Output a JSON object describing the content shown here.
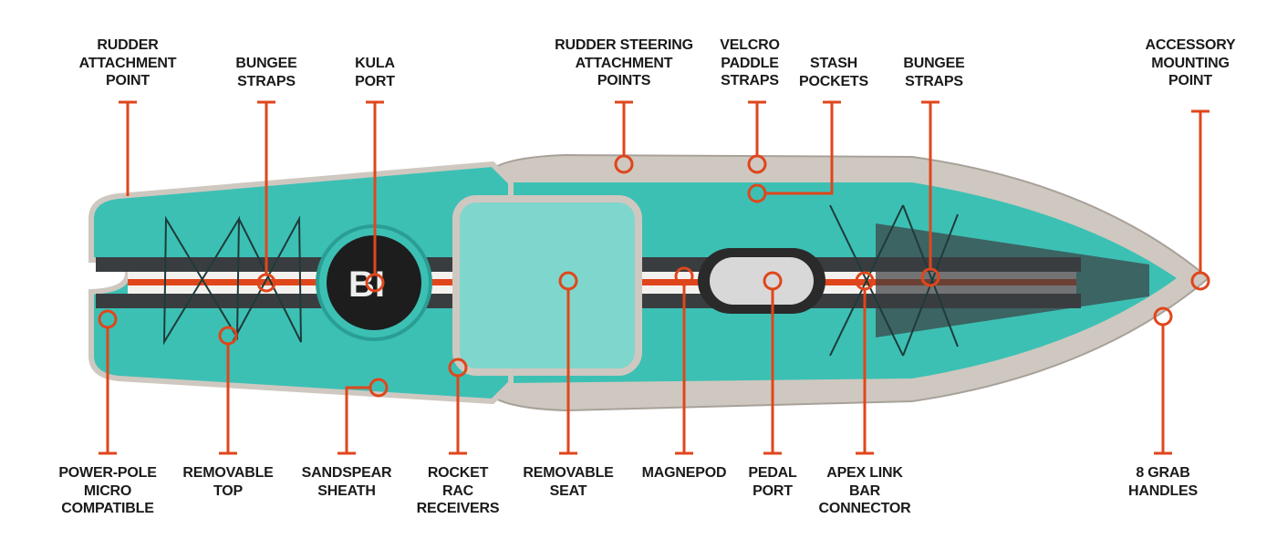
{
  "colors": {
    "accent": "#e0461b",
    "hull": "#3cc0b4",
    "tube": "#c9c2ba",
    "stripe_dark": "#3a3d40"
  },
  "callouts_top": [
    {
      "id": "rudder-attachment-point",
      "lines": [
        "RUDDER",
        "ATTACHMENT",
        "POINT"
      ]
    },
    {
      "id": "bungee-straps-rear",
      "lines": [
        "BUNGEE",
        "STRAPS"
      ]
    },
    {
      "id": "kula-port",
      "lines": [
        "KULA",
        "PORT"
      ]
    },
    {
      "id": "rudder-steering-attachment-points",
      "lines": [
        "RUDDER STEERING",
        "ATTACHMENT",
        "POINTS"
      ]
    },
    {
      "id": "velcro-paddle-straps",
      "lines": [
        "VELCRO",
        "PADDLE",
        "STRAPS"
      ]
    },
    {
      "id": "stash-pockets",
      "lines": [
        "STASH",
        "POCKETS"
      ]
    },
    {
      "id": "bungee-straps-front",
      "lines": [
        "BUNGEE",
        "STRAPS"
      ]
    },
    {
      "id": "accessory-mounting-point",
      "lines": [
        "ACCESSORY",
        "MOUNTING",
        "POINT"
      ]
    }
  ],
  "callouts_bottom": [
    {
      "id": "power-pole-micro-compatible",
      "lines": [
        "POWER-POLE",
        "MICRO",
        "COMPATIBLE"
      ]
    },
    {
      "id": "removable-top",
      "lines": [
        "REMOVABLE",
        "TOP"
      ]
    },
    {
      "id": "sandspear-sheath",
      "lines": [
        "SANDSPEAR",
        "SHEATH"
      ]
    },
    {
      "id": "rocket-rac-receivers",
      "lines": [
        "ROCKET",
        "RAC",
        "RECEIVERS"
      ]
    },
    {
      "id": "removable-seat",
      "lines": [
        "REMOVABLE",
        "SEAT"
      ]
    },
    {
      "id": "magnepod",
      "lines": [
        "MAGNEPOD"
      ]
    },
    {
      "id": "pedal-port",
      "lines": [
        "PEDAL",
        "PORT"
      ]
    },
    {
      "id": "apex-link-bar-connector",
      "lines": [
        "APEX LINK",
        "BAR",
        "CONNECTOR"
      ]
    },
    {
      "id": "8-grab-handles",
      "lines": [
        "8 GRAB",
        "HANDLES"
      ]
    }
  ]
}
